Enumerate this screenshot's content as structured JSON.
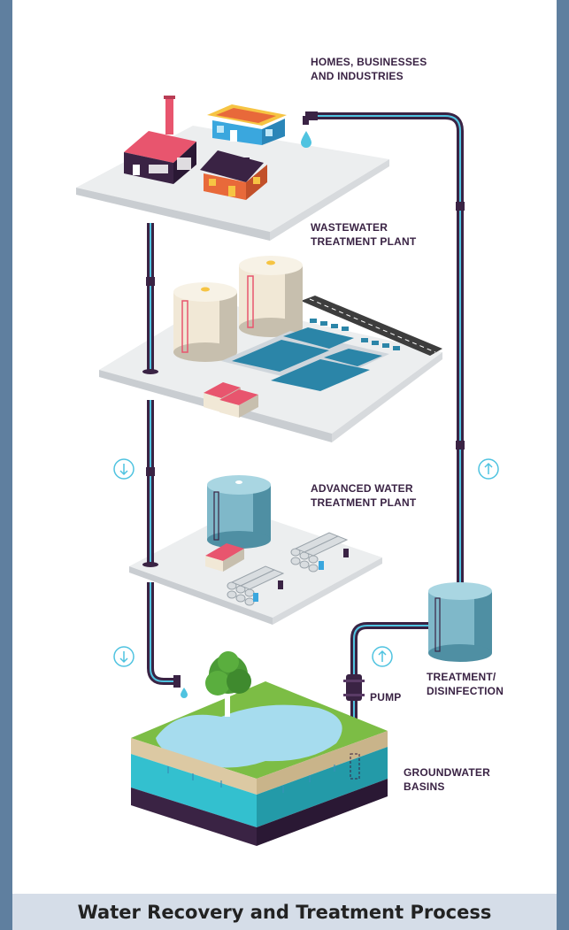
{
  "labels": {
    "homes": "HOMES, BUSINESSES\nAND INDUSTRIES",
    "wastewater": "WASTEWATER\nTREATMENT PLANT",
    "advanced": "ADVANCED WATER\nTREATMENT PLANT",
    "treatment": "TREATMENT/\nDISINFECTION",
    "pump": "PUMP",
    "groundwater": "GROUNDWATER\nBASINS"
  },
  "footer": {
    "title": "Water Recovery and Treatment Process"
  },
  "icons": {
    "flow_down": "arrow-down-circle-icon",
    "flow_up": "arrow-up-circle-icon",
    "water_drop": "water-drop-icon"
  },
  "colors": {
    "background": "#5f7f9f",
    "pipe": "#3a2344",
    "water": "#4fc3e0",
    "platform": "#eef0f1",
    "label_text": "#3a2344",
    "footer_bg": "#d5dde8"
  }
}
